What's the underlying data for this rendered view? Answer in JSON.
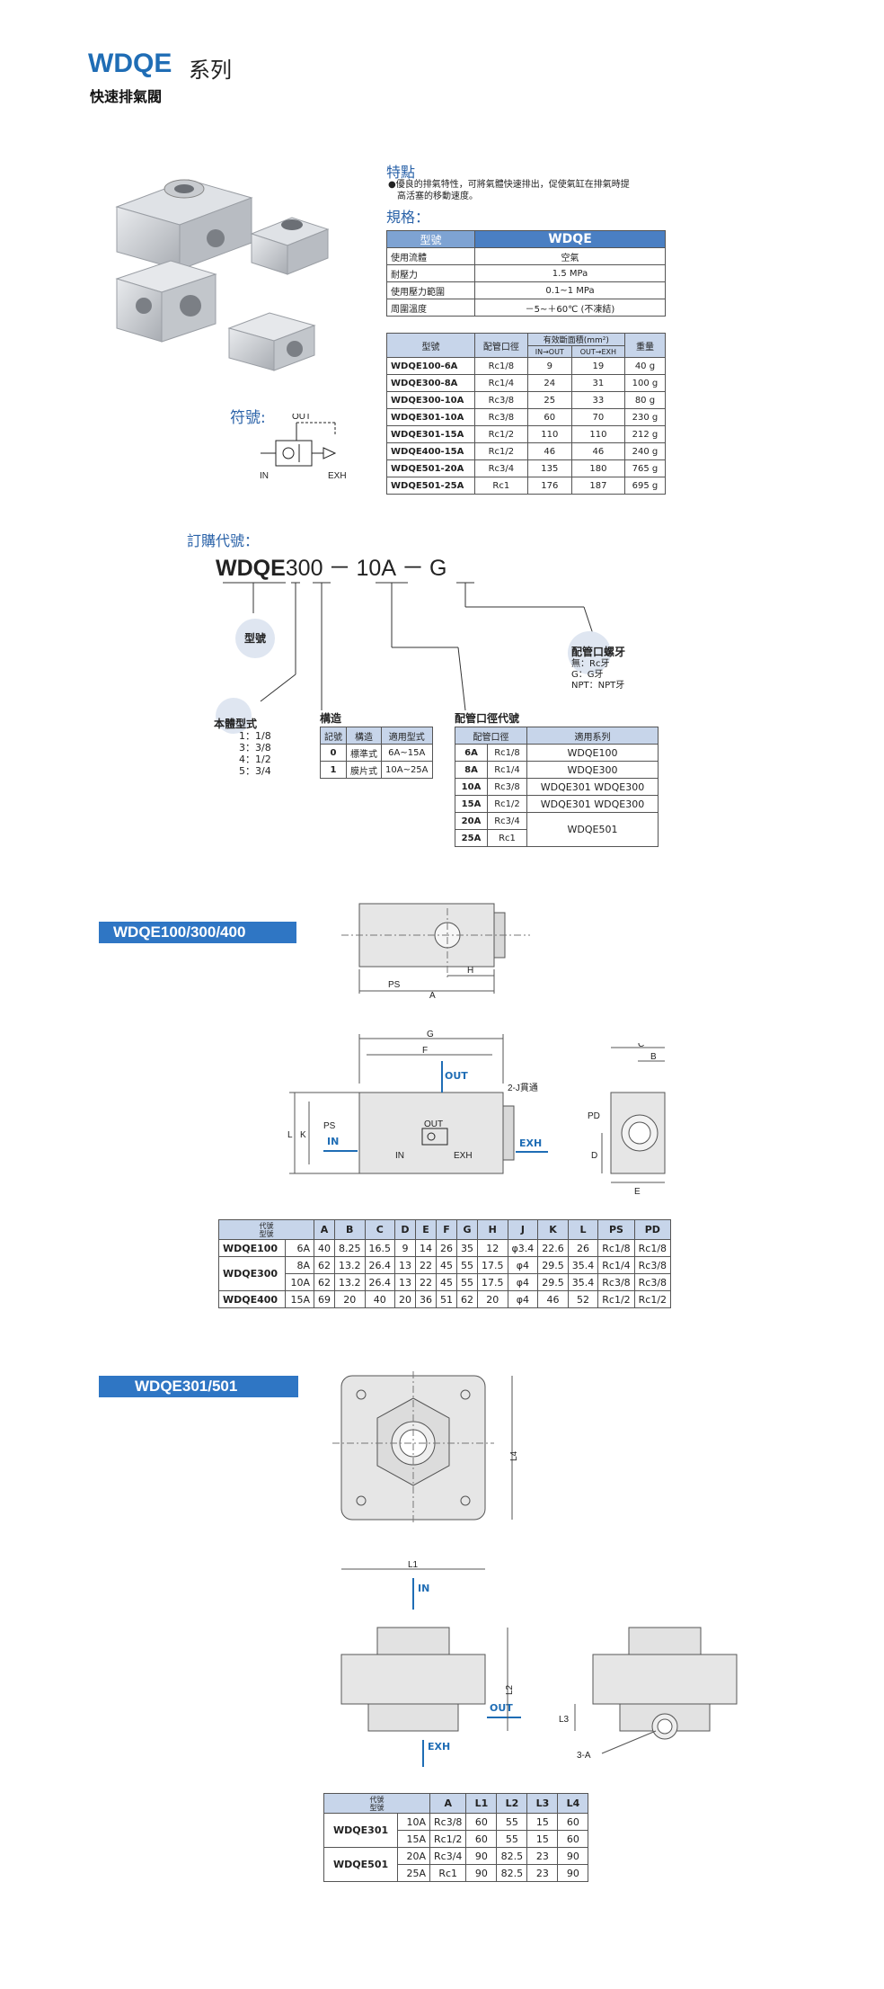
{
  "header": {
    "model": "WDQE",
    "series": "系列",
    "subtitle": "快速排氣閥"
  },
  "features": {
    "title": "特點",
    "text1": "●優良的排氣特性，可將氣體快速排出，促使氣缸在排氣時提",
    "text2": "高活塞的移動速度。"
  },
  "spec": {
    "title": "規格：",
    "head": [
      "型號",
      "WDQE"
    ],
    "rows": [
      [
        "使用流體",
        "空氣"
      ],
      [
        "耐壓力",
        "1.5 MPa"
      ],
      [
        "使用壓力範圍",
        "0.1~1 MPa"
      ],
      [
        "周圍溫度",
        "－5~＋60℃ (不凍結)"
      ]
    ]
  },
  "perf": {
    "h_model": "型號",
    "h_port": "配管口徑",
    "h_area": "有效斷面積(mm²)",
    "h_in": "IN→OUT",
    "h_out": "OUT→EXH",
    "h_weight": "重量",
    "rows": [
      [
        "WDQE100-6A",
        "Rc1/8",
        "9",
        "19",
        "40 g"
      ],
      [
        "WDQE300-8A",
        "Rc1/4",
        "24",
        "31",
        "100 g"
      ],
      [
        "WDQE300-10A",
        "Rc3/8",
        "25",
        "33",
        "80 g"
      ],
      [
        "WDQE301-10A",
        "Rc3/8",
        "60",
        "70",
        "230 g"
      ],
      [
        "WDQE301-15A",
        "Rc1/2",
        "110",
        "110",
        "212 g"
      ],
      [
        "WDQE400-15A",
        "Rc1/2",
        "46",
        "46",
        "240 g"
      ],
      [
        "WDQE501-20A",
        "Rc3/4",
        "135",
        "180",
        "765 g"
      ],
      [
        "WDQE501-25A",
        "Rc1",
        "176",
        "187",
        "695 g"
      ]
    ]
  },
  "symbol": {
    "label": "符號:",
    "out": "OUT",
    "in": "IN",
    "exh": "EXH"
  },
  "order": {
    "title": "訂購代號：",
    "code_model": "WDQE",
    "code_body": "300",
    "dash": "－",
    "code_port": "10A",
    "code_thread": "G",
    "model_bubble": "型號",
    "body_title": "本體型式",
    "body_items": [
      "1：1/8",
      "3：3/8",
      "4：1/2",
      "5：3/4"
    ],
    "struct_title": "構造",
    "struct_head": [
      "記號",
      "構造",
      "適用型式"
    ],
    "struct_rows": [
      [
        "0",
        "標準式",
        "6A~15A"
      ],
      [
        "1",
        "膜片式",
        "10A~25A"
      ]
    ],
    "port_title": "配管口徑代號",
    "port_head": [
      "配管口徑",
      "適用系列"
    ],
    "port_rows": [
      [
        "6A",
        "Rc1/8",
        "WDQE100"
      ],
      [
        "8A",
        "Rc1/4",
        "WDQE300"
      ],
      [
        "10A",
        "Rc3/8",
        "WDQE301 WDQE300"
      ],
      [
        "15A",
        "Rc1/2",
        "WDQE301 WDQE300"
      ],
      [
        "20A",
        "Rc3/4",
        "WDQE501"
      ],
      [
        "25A",
        "Rc1",
        ""
      ]
    ],
    "thread_title": "配管口螺牙",
    "thread_items": [
      "無：Rc牙",
      "G：G牙",
      "NPT：NPT牙"
    ]
  },
  "sec1": {
    "banner": "WDQE100/300/400",
    "labels": {
      "ps": "PS",
      "a": "A",
      "h": "H",
      "g": "G",
      "f": "F",
      "out": "OUT",
      "j": "2-J貫通",
      "l": "L",
      "k": "K",
      "in": "IN",
      "exh": "EXH",
      "c": "C",
      "b": "B",
      "pd": "PD",
      "d": "D",
      "e": "E"
    },
    "table_head": [
      "代號",
      "型號",
      "A",
      "B",
      "C",
      "D",
      "E",
      "F",
      "G",
      "H",
      "J",
      "K",
      "L",
      "PS",
      "PD"
    ],
    "rows": [
      [
        "WDQE100",
        "6A",
        "40",
        "8.25",
        "16.5",
        "9",
        "14",
        "26",
        "35",
        "12",
        "φ3.4",
        "22.6",
        "26",
        "Rc1/8",
        "Rc1/8"
      ],
      [
        "WDQE300",
        "8A",
        "62",
        "13.2",
        "26.4",
        "13",
        "22",
        "45",
        "55",
        "17.5",
        "φ4",
        "29.5",
        "35.4",
        "Rc1/4",
        "Rc3/8"
      ],
      [
        "",
        "10A",
        "62",
        "13.2",
        "26.4",
        "13",
        "22",
        "45",
        "55",
        "17.5",
        "φ4",
        "29.5",
        "35.4",
        "Rc3/8",
        "Rc3/8"
      ],
      [
        "WDQE400",
        "15A",
        "69",
        "20",
        "40",
        "20",
        "36",
        "51",
        "62",
        "20",
        "φ4",
        "46",
        "52",
        "Rc1/2",
        "Rc1/2"
      ]
    ]
  },
  "sec2": {
    "banner": "WDQE301/501",
    "labels": {
      "l4": "L4",
      "l1": "L1",
      "in": "IN",
      "out": "OUT",
      "exh": "EXH",
      "l2": "L2",
      "l3": "L3",
      "a3": "3-A"
    },
    "table_head": [
      "代號",
      "型號",
      "A",
      "L1",
      "L2",
      "L3",
      "L4"
    ],
    "rows": [
      [
        "WDQE301",
        "10A",
        "Rc3/8",
        "60",
        "55",
        "15",
        "60"
      ],
      [
        "",
        "15A",
        "Rc1/2",
        "60",
        "55",
        "15",
        "60"
      ],
      [
        "WDQE501",
        "20A",
        "Rc3/4",
        "90",
        "82.5",
        "23",
        "90"
      ],
      [
        "",
        "25A",
        "Rc1",
        "90",
        "82.5",
        "23",
        "90"
      ]
    ]
  }
}
